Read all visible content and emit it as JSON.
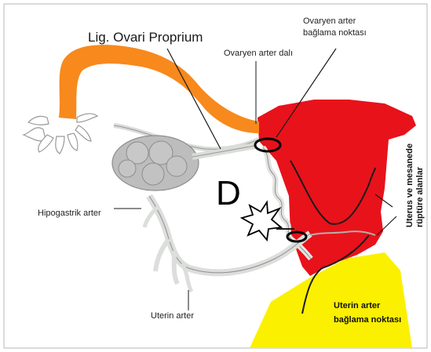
{
  "labels": {
    "lig_ovari": "Lig. Ovari Proprium",
    "ovaryen_nokta_line1": "Ovaryen arter",
    "ovaryen_nokta_line2": "bağlama noktası",
    "ovaryen_dali": "Ovaryen arter dalı",
    "hipogastrik": "Hipogastrik arter",
    "uterin_arter": "Uterin arter",
    "uterin_nokta_line1": "Uterin arter",
    "uterin_nokta_line2": "bağlama noktası",
    "rupture_line1": "Uterus ve mesanede",
    "rupture_line2": "rüptüre alanlar",
    "marker_d": "D"
  },
  "colors": {
    "uterus": "#e8121b",
    "bladder": "#fbf000",
    "tube": "#f7891d",
    "ovary": "#bdbdbd",
    "vessel": "#d9dcd8"
  }
}
